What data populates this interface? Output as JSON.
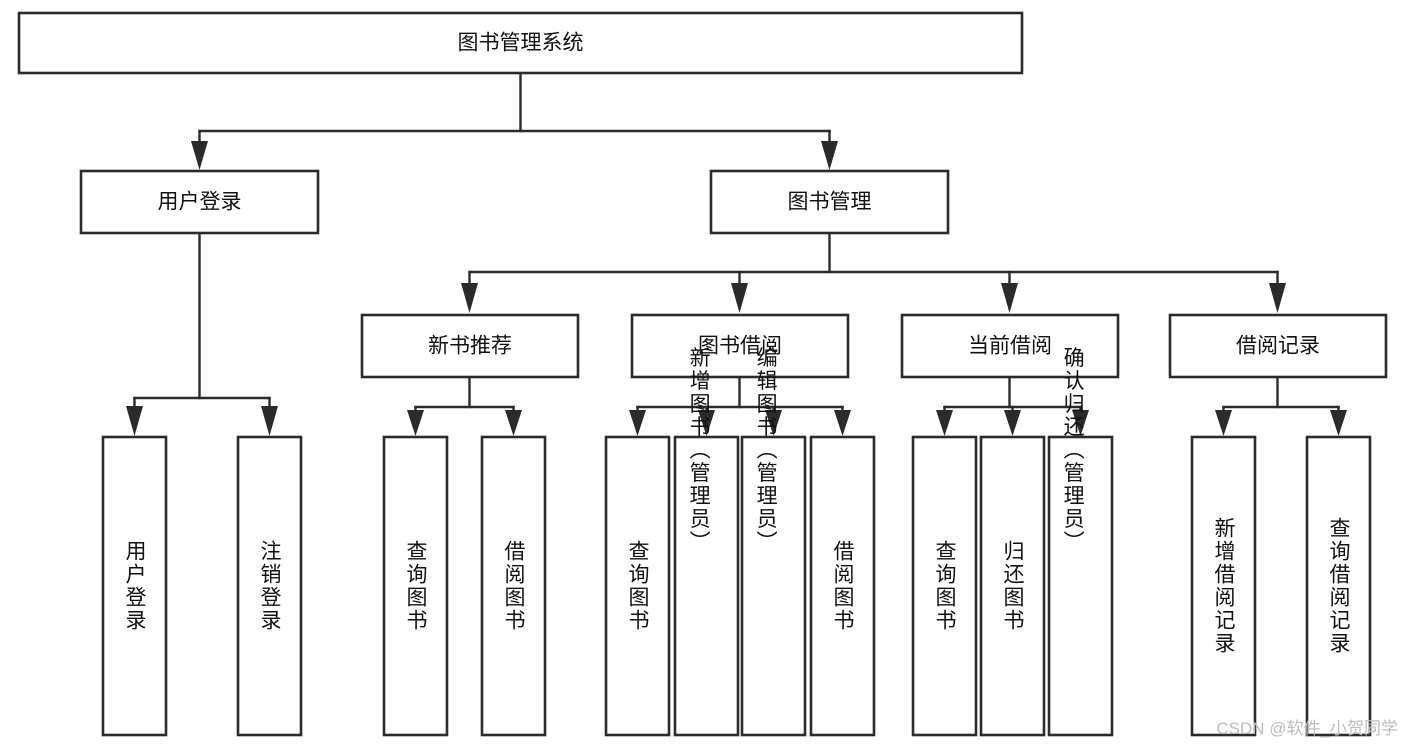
{
  "diagram": {
    "type": "tree-hierarchy-chart",
    "title": "图书管理系统",
    "orientation": "top-down",
    "levels": 4,
    "root": {
      "id": "root",
      "label": "图书管理系统",
      "orientation": "horizontal"
    },
    "level2": [
      {
        "id": "user-login",
        "label": "用户登录",
        "orientation": "horizontal"
      },
      {
        "id": "book-manage",
        "label": "图书管理",
        "orientation": "horizontal"
      }
    ],
    "level3": [
      {
        "id": "new-book-rec",
        "label": "新书推荐",
        "parent": "book-manage",
        "orientation": "horizontal"
      },
      {
        "id": "book-borrow",
        "label": "图书借阅",
        "parent": "book-manage",
        "orientation": "horizontal"
      },
      {
        "id": "current-borrow",
        "label": "当前借阅",
        "parent": "book-manage",
        "orientation": "horizontal"
      },
      {
        "id": "borrow-record",
        "label": "借阅记录",
        "parent": "book-manage",
        "orientation": "horizontal"
      }
    ],
    "leaves": [
      {
        "id": "leaf-user-login",
        "label": "用户登录",
        "parent": "user-login",
        "orientation": "vertical",
        "align": "middle"
      },
      {
        "id": "leaf-logout",
        "label": "注销登录",
        "parent": "user-login",
        "orientation": "vertical",
        "align": "middle"
      },
      {
        "id": "leaf-query-book-1",
        "label": "查询图书",
        "parent": "new-book-rec",
        "orientation": "vertical",
        "align": "middle"
      },
      {
        "id": "leaf-borrow-book-1",
        "label": "借阅图书",
        "parent": "new-book-rec",
        "orientation": "vertical",
        "align": "middle"
      },
      {
        "id": "leaf-query-book-2",
        "label": "查询图书",
        "parent": "book-borrow",
        "orientation": "vertical",
        "align": "middle"
      },
      {
        "id": "leaf-add-book",
        "label": "新增图书（管理员）",
        "parent": "book-borrow",
        "orientation": "vertical",
        "align": "top"
      },
      {
        "id": "leaf-edit-book",
        "label": "编辑图书（管理员）",
        "parent": "book-borrow",
        "orientation": "vertical",
        "align": "top"
      },
      {
        "id": "leaf-borrow-book-2",
        "label": "借阅图书",
        "parent": "book-borrow",
        "orientation": "vertical",
        "align": "middle"
      },
      {
        "id": "leaf-query-book-3",
        "label": "查询图书",
        "parent": "current-borrow",
        "orientation": "vertical",
        "align": "middle"
      },
      {
        "id": "leaf-return-book",
        "label": "归还图书",
        "parent": "current-borrow",
        "orientation": "vertical",
        "align": "middle"
      },
      {
        "id": "leaf-confirm-return",
        "label": "确认归还（管理员）",
        "parent": "current-borrow",
        "orientation": "vertical",
        "align": "top"
      },
      {
        "id": "leaf-add-record",
        "label": "新增借阅记录",
        "parent": "borrow-record",
        "orientation": "vertical",
        "align": "middle"
      },
      {
        "id": "leaf-query-record",
        "label": "查询借阅记录",
        "parent": "borrow-record",
        "orientation": "vertical",
        "align": "middle"
      }
    ],
    "colors": {
      "box_stroke": "#2b2b2b",
      "box_fill": "#ffffff",
      "text": "#111111",
      "connector": "#2b2b2b",
      "background": "#ffffff",
      "watermark": "#bdbdbd"
    }
  },
  "watermark": {
    "text": "CSDN @软件_小贺同学"
  }
}
